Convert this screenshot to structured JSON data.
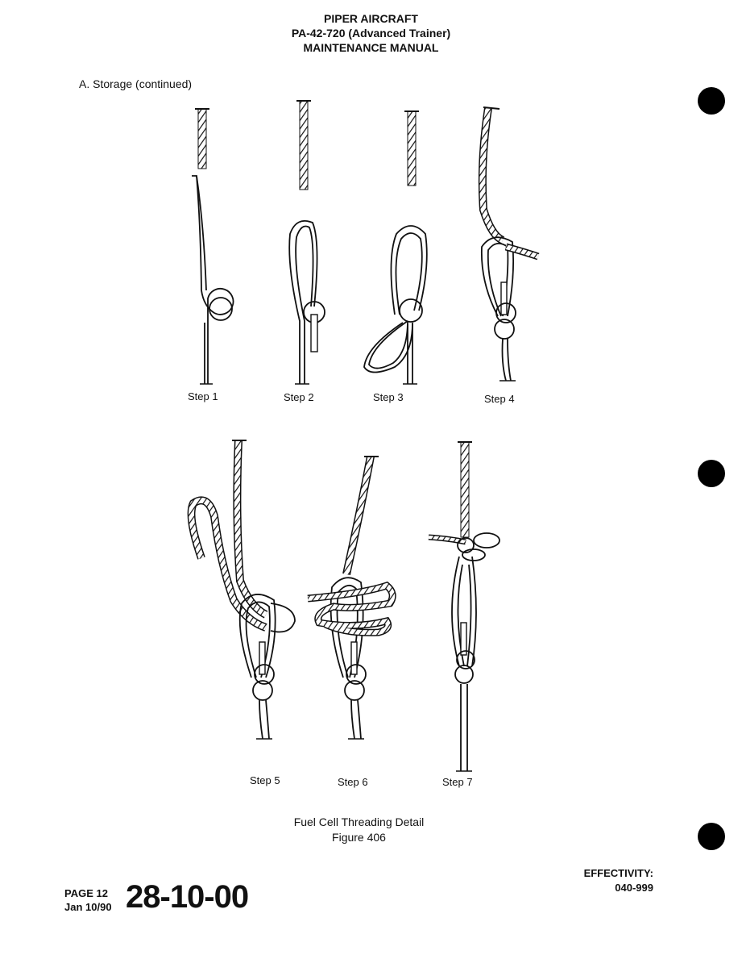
{
  "header": {
    "line1": "PIPER AIRCRAFT",
    "line2": "PA-42-720 (Advanced Trainer)",
    "line3": "MAINTENANCE MANUAL"
  },
  "section_title": "A.  Storage (continued)",
  "figure": {
    "steps": [
      "Step 1",
      "Step 2",
      "Step 3",
      "Step 4",
      "Step 5",
      "Step 6",
      "Step 7"
    ],
    "caption": "Fuel Cell Threading Detail",
    "number": "Figure 406"
  },
  "footer": {
    "page": "PAGE 12",
    "date": "Jan 10/90",
    "doc_number": "28-10-00",
    "effectivity_label": "EFFECTIVITY:",
    "effectivity_value": "040-999"
  }
}
